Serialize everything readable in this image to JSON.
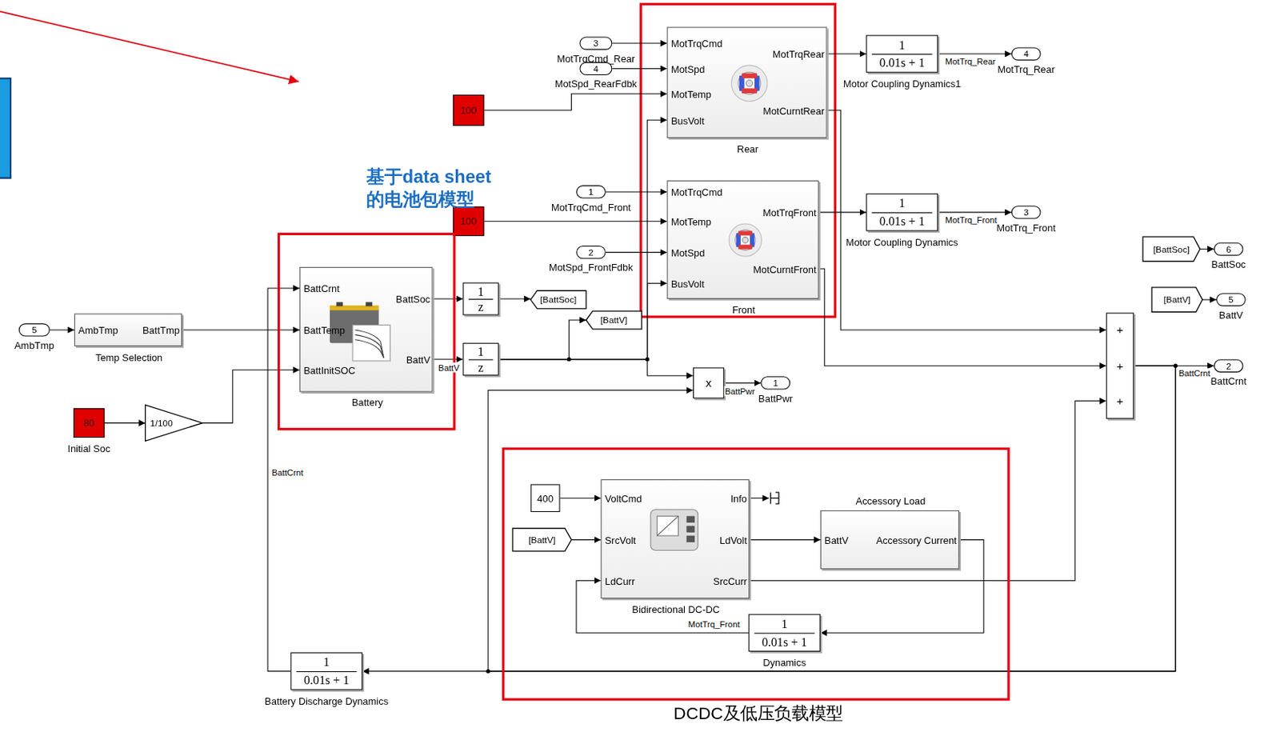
{
  "diagram": {
    "nodes": [
      {
        "text": [
          "3",
          "MotTrqCmd_Rear"
        ]
      },
      {
        "text": [
          "4",
          "MotSpd_RearFdbk"
        ]
      },
      {
        "text": [
          "100"
        ]
      },
      {
        "text": [
          "MotTrqCmd",
          "MotSpd",
          "MotTemp",
          "BusVolt",
          "MotTrqRear",
          "MotCurntRear",
          "Rear"
        ]
      },
      {
        "text": [
          "1",
          "0.01s + 1",
          "Motor Coupling Dynamics1"
        ]
      },
      {
        "text": [
          "4",
          "MotTrq_Rear"
        ]
      },
      {
        "text": [
          "1",
          "MotTrqCmd_Front"
        ]
      },
      {
        "text": [
          "100"
        ]
      },
      {
        "text": [
          "MotTrqCmd",
          "MotTemp",
          "MotSpd",
          "BusVolt",
          "MotTrqFront",
          "MotCurntFront",
          "Front"
        ]
      },
      {
        "text": [
          "2",
          "MotSpd_FrontFdbk"
        ]
      },
      {
        "text": [
          "1",
          "0.01s + 1",
          "Motor Coupling Dynamics"
        ]
      },
      {
        "text": [
          "3",
          "MotTrq_Front"
        ]
      },
      {
        "text": [
          "基于data sheet 的电池包模型"
        ]
      },
      {
        "text": [
          "BattCrnt",
          "BattTemp",
          "BattInitSOC",
          "BattSoc",
          "BattV",
          "Battery"
        ],
        "in": 12
      },
      {
        "text": [
          "5",
          "AmbTmp"
        ]
      },
      {
        "text": [
          "AmbTmp",
          "BattTmp",
          "Temp Selection"
        ]
      },
      {
        "text": [
          "80",
          "Initial Soc"
        ]
      },
      {
        "text": [
          "1/100"
        ]
      },
      {
        "text": [
          "1",
          "z"
        ]
      },
      {
        "text": [
          "1",
          "z"
        ]
      },
      {
        "text": [
          "[BattSoc]"
        ]
      },
      {
        "text": [
          "[BattV]"
        ]
      },
      {
        "text": [
          "x"
        ]
      },
      {
        "text": [
          "1",
          "BattPwr"
        ]
      },
      {
        "text": [
          "[BattSoc]"
        ]
      },
      {
        "text": [
          "6",
          "BattSoc"
        ]
      },
      {
        "text": [
          "[BattV]"
        ]
      },
      {
        "text": [
          "5",
          "BattV"
        ]
      },
      {
        "text": [
          "+",
          "+",
          "+"
        ]
      },
      {
        "text": [
          "2",
          "BattCrnt"
        ]
      },
      {
        "text": [
          "DCDC及低压负载模型"
        ]
      },
      {
        "text": [
          "400"
        ],
        "in": 30
      },
      {
        "text": [
          "[BattV]"
        ],
        "in": 30
      },
      {
        "text": [
          "VoltCmd",
          "SrcVolt",
          "LdCurr",
          "Info",
          "LdVolt",
          "SrcCurr",
          "Bidirectional DC-DC"
        ],
        "in": 30
      },
      {
        "text": [
          "Accessory Load",
          "BattV",
          "Accessory Current"
        ],
        "in": 30
      },
      {
        "text": [
          "1",
          "0.01s + 1",
          "Dynamics"
        ],
        "in": 30
      },
      {
        "text": [
          "1",
          "0.01s + 1",
          "Battery Discharge Dynamics"
        ]
      }
    ],
    "edges": [
      {
        "from": 0,
        "to": 3,
        "arrow": "to"
      },
      {
        "from": 1,
        "to": 3,
        "arrow": "to"
      },
      {
        "from": 2,
        "to": 3,
        "arrow": "to"
      },
      {
        "from": 3,
        "to": 4,
        "arrow": "to"
      },
      {
        "from": 4,
        "to": 5,
        "arrow": "to",
        "label": "MotTrq_Rear"
      },
      {
        "from": 6,
        "to": 8,
        "arrow": "to"
      },
      {
        "from": 7,
        "to": 8,
        "arrow": "to"
      },
      {
        "from": 9,
        "to": 8,
        "arrow": "to"
      },
      {
        "from": 8,
        "to": 10,
        "arrow": "to"
      },
      {
        "from": 10,
        "to": 11,
        "arrow": "to",
        "label": "MotTrq_Front"
      },
      {
        "from": 14,
        "to": 15,
        "arrow": "to"
      },
      {
        "from": 15,
        "to": 13,
        "arrow": "to"
      },
      {
        "from": 16,
        "to": 17,
        "arrow": "to"
      },
      {
        "from": 17,
        "to": 13,
        "arrow": "to"
      },
      {
        "from": 13,
        "to": 18,
        "arrow": "to"
      },
      {
        "from": 18,
        "to": 20,
        "arrow": "to"
      },
      {
        "from": 13,
        "to": 19,
        "arrow": "to",
        "label": "BattV"
      },
      {
        "from": 19,
        "to": 21,
        "arrow": "to"
      },
      {
        "from": 19,
        "to": 22,
        "arrow": "to"
      },
      {
        "from": 19,
        "to": 3,
        "arrow": "to"
      },
      {
        "from": 19,
        "to": 8,
        "arrow": "to"
      },
      {
        "from": 22,
        "to": 23,
        "arrow": "to",
        "label": "BattPwr"
      },
      {
        "from": 24,
        "to": 25,
        "arrow": "to"
      },
      {
        "from": 26,
        "to": 27,
        "arrow": "to"
      },
      {
        "from": 3,
        "to": 28,
        "arrow": "to"
      },
      {
        "from": 8,
        "to": 28,
        "arrow": "to"
      },
      {
        "from": 33,
        "to": 28,
        "arrow": "to"
      },
      {
        "from": 28,
        "to": 29,
        "arrow": "to",
        "label": "BattCrnt"
      },
      {
        "from": 28,
        "to": 22,
        "arrow": "to"
      },
      {
        "from": 28,
        "to": 36,
        "arrow": "to"
      },
      {
        "from": 36,
        "to": 13,
        "arrow": "to",
        "label": "BattCrnt"
      },
      {
        "from": 31,
        "to": 33,
        "arrow": "to"
      },
      {
        "from": 32,
        "to": 33,
        "arrow": "to"
      },
      {
        "from": 33,
        "to": 34,
        "arrow": "to"
      },
      {
        "from": 34,
        "to": 35,
        "arrow": "to"
      },
      {
        "from": 35,
        "to": 33,
        "arrow": "to",
        "label": "MotTrq_Front"
      }
    ]
  }
}
